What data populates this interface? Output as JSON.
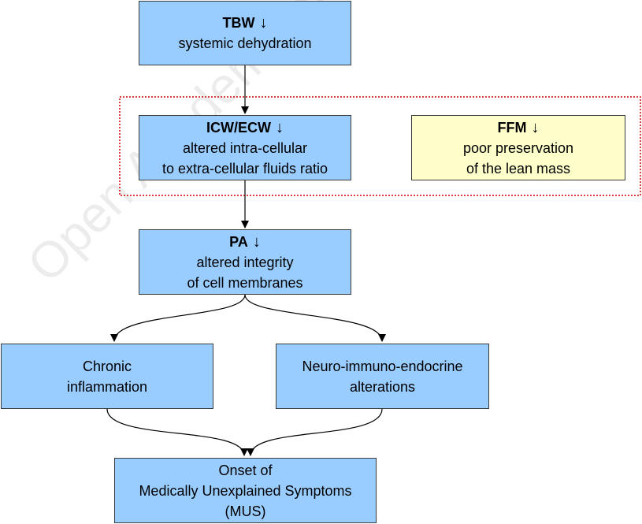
{
  "watermark": "Open Academy of Medicine",
  "nodes": {
    "tbw": {
      "title": "TBW",
      "arrow": "↓",
      "lines": [
        "systemic dehydration"
      ]
    },
    "icw": {
      "title": "ICW/ECW",
      "arrow": "↓",
      "lines": [
        "altered intra-cellular",
        "to extra-cellular fluids ratio"
      ]
    },
    "ffm": {
      "title": "FFM",
      "arrow": "↓",
      "lines": [
        "poor preservation",
        "of the lean mass"
      ]
    },
    "pa": {
      "title": "PA",
      "arrow": "↓",
      "lines": [
        "altered integrity",
        "of cell membranes"
      ]
    },
    "chronic": {
      "lines": [
        "Chronic",
        "inflammation"
      ]
    },
    "neuro": {
      "lines": [
        "Neuro-immuno-endocrine",
        "alterations"
      ]
    },
    "mus": {
      "lines": [
        "Onset of",
        "Medically Unexplained Symptoms",
        "(MUS)"
      ]
    }
  },
  "colors": {
    "box_blue": "#99ccff",
    "box_yellow": "#ffffcc",
    "dotted_border": "#cc0000"
  }
}
